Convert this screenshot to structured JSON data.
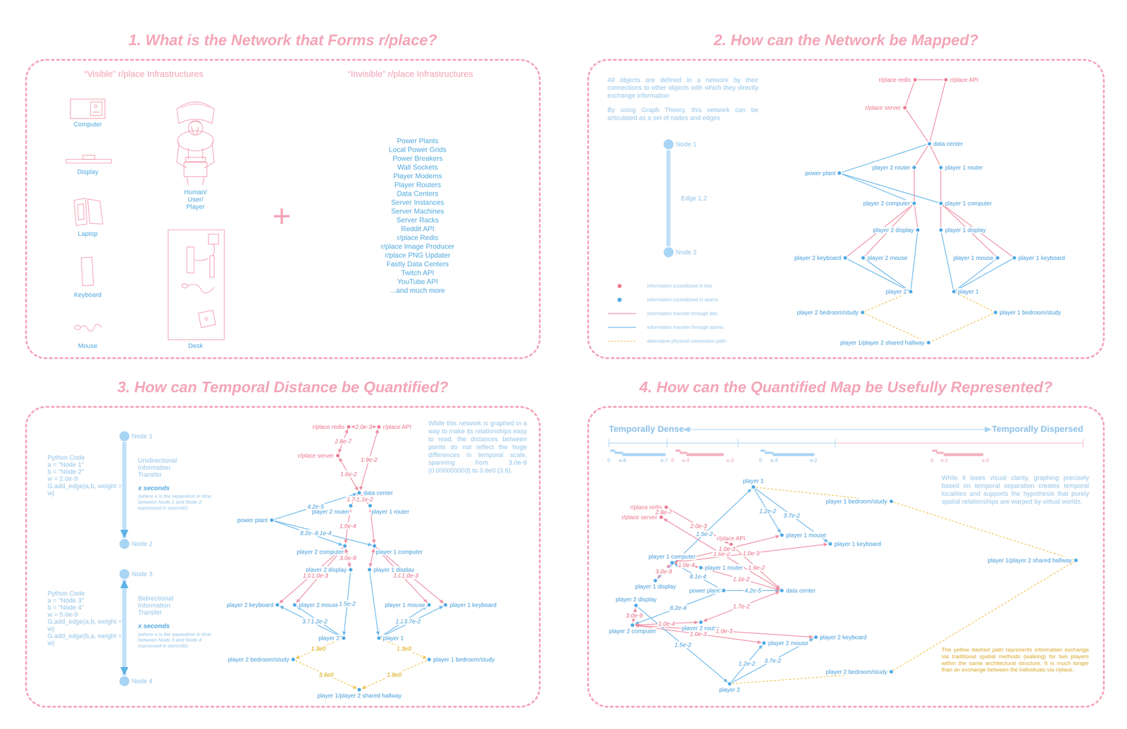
{
  "diagram": {
    "nodes": [
      {
        "text": [
          "1. What is the Network that Forms r/place?"
        ]
      },
      {
        "text": [
          "2. How can the Network be Mapped?"
        ]
      },
      {
        "text": [
          "Node 1"
        ],
        "in": 1
      },
      {
        "text": [
          "Node 2"
        ],
        "in": 1
      },
      {
        "text": [
          "r/place redis"
        ],
        "in": 1
      },
      {
        "text": [
          "r/place API"
        ],
        "in": 1
      },
      {
        "text": [
          "r/place server"
        ],
        "in": 1
      },
      {
        "text": [
          "data center"
        ],
        "in": 1
      },
      {
        "text": [
          "power plant"
        ],
        "in": 1
      },
      {
        "text": [
          "player 2 router"
        ],
        "in": 1
      },
      {
        "text": [
          "player 1 router"
        ],
        "in": 1
      },
      {
        "text": [
          "player 2 computer"
        ],
        "in": 1
      },
      {
        "text": [
          "player 1 computer"
        ],
        "in": 1
      },
      {
        "text": [
          "player 2 display"
        ],
        "in": 1
      },
      {
        "text": [
          "player 1 display"
        ],
        "in": 1
      },
      {
        "text": [
          "player 2 keyboard"
        ],
        "in": 1
      },
      {
        "text": [
          "player 2 mouse"
        ],
        "in": 1
      },
      {
        "text": [
          "player 1 mouse"
        ],
        "in": 1
      },
      {
        "text": [
          "player 1 keyboard"
        ],
        "in": 1
      },
      {
        "text": [
          "player 2"
        ],
        "in": 1
      },
      {
        "text": [
          "player 1"
        ],
        "in": 1
      },
      {
        "text": [
          "player 2 bedroom/study"
        ],
        "in": 1
      },
      {
        "text": [
          "player 1 bedroom/study"
        ],
        "in": 1
      },
      {
        "text": [
          "player 1/player 2 shared hallway"
        ],
        "in": 1
      },
      {
        "text": [
          "3. How can Temporal Distance be Quantified?"
        ]
      },
      {
        "text": [
          "Node 1"
        ],
        "in": 24
      },
      {
        "text": [
          "Node 2"
        ],
        "in": 24
      },
      {
        "text": [
          "Node 3"
        ],
        "in": 24
      },
      {
        "text": [
          "Node 4"
        ],
        "in": 24
      },
      {
        "text": [
          "r/place redis"
        ],
        "in": 24
      },
      {
        "text": [
          "r/place API"
        ],
        "in": 24
      },
      {
        "text": [
          "r/place server"
        ],
        "in": 24
      },
      {
        "text": [
          "data center"
        ],
        "in": 24
      },
      {
        "text": [
          "power plant"
        ],
        "in": 24
      },
      {
        "text": [
          "player 2 router"
        ],
        "in": 24
      },
      {
        "text": [
          "player 1 router"
        ],
        "in": 24
      },
      {
        "text": [
          "player 2 computer"
        ],
        "in": 24
      },
      {
        "text": [
          "player 1 computer"
        ],
        "in": 24
      },
      {
        "text": [
          "player 2 display"
        ],
        "in": 24
      },
      {
        "text": [
          "player 1 display"
        ],
        "in": 24
      },
      {
        "text": [
          "player 2 keyboard"
        ],
        "in": 24
      },
      {
        "text": [
          "player 2 mouse"
        ],
        "in": 24
      },
      {
        "text": [
          "player 1 mouse"
        ],
        "in": 24
      },
      {
        "text": [
          "player 1 keyboard"
        ],
        "in": 24
      },
      {
        "text": [
          "player 2"
        ],
        "in": 24
      },
      {
        "text": [
          "player 1"
        ],
        "in": 24
      },
      {
        "text": [
          "player 2 bedroom/study"
        ],
        "in": 24
      },
      {
        "text": [
          "player 1 bedroom/study"
        ],
        "in": 24
      },
      {
        "text": [
          "player 1/player 2 shared hallway"
        ],
        "in": 24
      },
      {
        "text": [
          "4. How can the Quantified Map be Usefully Represented?"
        ]
      },
      {
        "text": [
          "r/place redis"
        ],
        "in": 49
      },
      {
        "text": [
          "r/place API"
        ],
        "in": 49
      },
      {
        "text": [
          "r/place server"
        ],
        "in": 49
      },
      {
        "text": [
          "data center"
        ],
        "in": 49
      },
      {
        "text": [
          "power plant"
        ],
        "in": 49
      },
      {
        "text": [
          "player 2 router"
        ],
        "in": 49
      },
      {
        "text": [
          "player 1 router"
        ],
        "in": 49
      },
      {
        "text": [
          "player 2 computer"
        ],
        "in": 49
      },
      {
        "text": [
          "player 1 computer"
        ],
        "in": 49
      },
      {
        "text": [
          "player 2 display"
        ],
        "in": 49
      },
      {
        "text": [
          "player 1 display"
        ],
        "in": 49
      },
      {
        "text": [
          "player 2 keyboard"
        ],
        "in": 49
      },
      {
        "text": [
          "player 2 mouse"
        ],
        "in": 49
      },
      {
        "text": [
          "player 1 mouse"
        ],
        "in": 49
      },
      {
        "text": [
          "player 1 keyboard"
        ],
        "in": 49
      },
      {
        "text": [
          "player 2"
        ],
        "in": 49
      },
      {
        "text": [
          "player 1"
        ],
        "in": 49
      },
      {
        "text": [
          "player 2 bedroom/study"
        ],
        "in": 49
      },
      {
        "text": [
          "player 1 bedroom/study"
        ],
        "in": 49
      },
      {
        "text": [
          "player 1/player 2 shared hallway"
        ],
        "in": 49
      }
    ],
    "edges": [
      {
        "from": 2,
        "to": 3,
        "arrow": "none",
        "label": "Edge 1,2"
      },
      {
        "from": 4,
        "to": 5,
        "arrow": "none"
      },
      {
        "from": 4,
        "to": 6,
        "arrow": "none"
      },
      {
        "from": 6,
        "to": 7,
        "arrow": "none"
      },
      {
        "from": 5,
        "to": 7,
        "arrow": "none"
      },
      {
        "from": 8,
        "to": 7,
        "arrow": "none"
      },
      {
        "from": 7,
        "to": 9,
        "arrow": "none"
      },
      {
        "from": 7,
        "to": 10,
        "arrow": "none"
      },
      {
        "from": 8,
        "to": 11,
        "arrow": "none"
      },
      {
        "from": 8,
        "to": 12,
        "arrow": "none"
      },
      {
        "from": 9,
        "to": 11,
        "arrow": "none"
      },
      {
        "from": 10,
        "to": 12,
        "arrow": "none"
      },
      {
        "from": 11,
        "to": 13,
        "arrow": "none"
      },
      {
        "from": 12,
        "to": 14,
        "arrow": "none"
      },
      {
        "from": 11,
        "to": 15,
        "arrow": "none"
      },
      {
        "from": 11,
        "to": 16,
        "arrow": "none"
      },
      {
        "from": 12,
        "to": 17,
        "arrow": "none"
      },
      {
        "from": 12,
        "to": 18,
        "arrow": "none"
      },
      {
        "from": 13,
        "to": 19,
        "arrow": "none"
      },
      {
        "from": 14,
        "to": 20,
        "arrow": "none"
      },
      {
        "from": 19,
        "to": 15,
        "arrow": "none"
      },
      {
        "from": 19,
        "to": 16,
        "arrow": "none"
      },
      {
        "from": 20,
        "to": 17,
        "arrow": "none"
      },
      {
        "from": 20,
        "to": 18,
        "arrow": "none"
      },
      {
        "from": 19,
        "to": 21,
        "arrow": "none"
      },
      {
        "from": 20,
        "to": 22,
        "arrow": "none"
      },
      {
        "from": 21,
        "to": 23,
        "arrow": "none"
      },
      {
        "from": 22,
        "to": 23,
        "arrow": "none"
      },
      {
        "from": 25,
        "to": 26,
        "arrow": "to"
      },
      {
        "from": 27,
        "to": 28,
        "arrow": "both"
      },
      {
        "from": 29,
        "to": 30,
        "arrow": "both",
        "label": "2.0e-3"
      },
      {
        "from": 29,
        "to": 31,
        "arrow": "both",
        "label": "2.8e-7"
      },
      {
        "from": 31,
        "to": 32,
        "arrow": "both",
        "label": "1.6e-2"
      },
      {
        "from": 30,
        "to": 32,
        "arrow": "both",
        "label": "1.9e-2"
      },
      {
        "from": 33,
        "to": 32,
        "arrow": "to",
        "label": "4.2e-5"
      },
      {
        "from": 32,
        "to": 34,
        "arrow": "both",
        "label": "1.7e-2"
      },
      {
        "from": 32,
        "to": 35,
        "arrow": "both",
        "label": "1.1e-2"
      },
      {
        "from": 33,
        "to": 36,
        "arrow": "to",
        "label": "8.2e-4"
      },
      {
        "from": 33,
        "to": 37,
        "arrow": "to",
        "label": "8.1e-4"
      },
      {
        "from": 34,
        "to": 36,
        "arrow": "both",
        "label": "1.0e-4"
      },
      {
        "from": 35,
        "to": 37,
        "arrow": "both"
      },
      {
        "from": 36,
        "to": 38,
        "arrow": "both",
        "label": "3.0e-9"
      },
      {
        "from": 37,
        "to": 39,
        "arrow": "both"
      },
      {
        "from": 36,
        "to": 40,
        "arrow": "both",
        "label": "1.0e-3"
      },
      {
        "from": 36,
        "to": 41,
        "arrow": "both",
        "label": "1.0e-3"
      },
      {
        "from": 37,
        "to": 42,
        "arrow": "both",
        "label": "1.0e-3"
      },
      {
        "from": 37,
        "to": 43,
        "arrow": "both",
        "label": "1.0e-3"
      },
      {
        "from": 38,
        "to": 44,
        "arrow": "to",
        "label": "1.5e-2"
      },
      {
        "from": 39,
        "to": 45,
        "arrow": "to"
      },
      {
        "from": 44,
        "to": 40,
        "arrow": "to",
        "label": "3.7e-2"
      },
      {
        "from": 44,
        "to": 41,
        "arrow": "to",
        "label": "1.2e-2"
      },
      {
        "from": 45,
        "to": 42,
        "arrow": "to",
        "label": "1.2e-2"
      },
      {
        "from": 45,
        "to": 43,
        "arrow": "to",
        "label": "3.7e-2"
      },
      {
        "from": 44,
        "to": 46,
        "arrow": "to",
        "label": "1.3e0"
      },
      {
        "from": 45,
        "to": 47,
        "arrow": "to",
        "label": "1.3e0"
      },
      {
        "from": 46,
        "to": 48,
        "arrow": "to",
        "label": "3.6e0"
      },
      {
        "from": 47,
        "to": 48,
        "arrow": "to",
        "label": "1.8e0"
      },
      {
        "from": 50,
        "to": 51,
        "arrow": "both",
        "label": "2.0e-3"
      },
      {
        "from": 50,
        "to": 52,
        "arrow": "both",
        "label": "2.8e-7"
      },
      {
        "from": 52,
        "to": 53,
        "arrow": "both",
        "label": "1.6e-2"
      },
      {
        "from": 51,
        "to": 53,
        "arrow": "both",
        "label": "1.9e-2"
      },
      {
        "from": 54,
        "to": 53,
        "arrow": "to",
        "label": "4.2e-5"
      },
      {
        "from": 53,
        "to": 55,
        "arrow": "both",
        "label": "1.7e-2"
      },
      {
        "from": 53,
        "to": 56,
        "arrow": "both",
        "label": "1.1e-2"
      },
      {
        "from": 54,
        "to": 57,
        "arrow": "to",
        "label": "8.2e-4"
      },
      {
        "from": 54,
        "to": 58,
        "arrow": "to",
        "label": "8.1e-4"
      },
      {
        "from": 55,
        "to": 57,
        "arrow": "both",
        "label": "1.0e-4"
      },
      {
        "from": 56,
        "to": 58,
        "arrow": "both",
        "label": "1.0e-4"
      },
      {
        "from": 57,
        "to": 59,
        "arrow": "both",
        "label": "3.0e-9"
      },
      {
        "from": 58,
        "to": 60,
        "arrow": "both",
        "label": "3.0e-9"
      },
      {
        "from": 57,
        "to": 61,
        "arrow": "both",
        "label": "1.0e-3"
      },
      {
        "from": 57,
        "to": 62,
        "arrow": "both",
        "label": "1.0e-3"
      },
      {
        "from": 58,
        "to": 63,
        "arrow": "both",
        "label": "1.0e-3"
      },
      {
        "from": 58,
        "to": 64,
        "arrow": "both",
        "label": "1.0e-3"
      },
      {
        "from": 59,
        "to": 65,
        "arrow": "to",
        "label": "1.5e-2"
      },
      {
        "from": 60,
        "to": 66,
        "arrow": "to",
        "label": "1.5e-2"
      },
      {
        "from": 65,
        "to": 61,
        "arrow": "to",
        "label": "3.7e-2"
      },
      {
        "from": 65,
        "to": 62,
        "arrow": "to",
        "label": "1.2e-2"
      },
      {
        "from": 66,
        "to": 63,
        "arrow": "to",
        "label": "1.2e-2"
      },
      {
        "from": 66,
        "to": 64,
        "arrow": "to",
        "label": "3.7e-2"
      },
      {
        "from": 65,
        "to": 67,
        "arrow": "to"
      },
      {
        "from": 66,
        "to": 68,
        "arrow": "to"
      },
      {
        "from": 67,
        "to": 69,
        "arrow": "to"
      },
      {
        "from": 68,
        "to": 69,
        "arrow": "to"
      }
    ],
    "labels": [
      "“Visible” r/place Infrastructures",
      "“Invisible” r/place Infrastructures",
      "Computer",
      "Display",
      "Laptop",
      "Keyboard",
      "Mouse",
      "Human/ User/ Player",
      "Desk",
      "+",
      "Power Plants",
      "Local Power Grids",
      "Power Breakers",
      "Wall Sockets",
      "Player Modems",
      "Player Routers",
      "Data Centers",
      "Server Instances",
      "Server Machines",
      "Server Racks",
      "Reddit API",
      "r/place Redis",
      "r/place Image Producer",
      "r/place PNG Updater",
      "Fastly Data Centers",
      "Twitch API",
      "YouTube API",
      "...and much more",
      "All objects are defined in a network by their connections to other objects with which they directly exchange information",
      "By using Graph Theory, this network can be articulated as a set of nodes and edges",
      "Python Code",
      "a = \"Node 1\"",
      "b = \"Node 2\"",
      "w = 2.0e-9",
      "G.add_edge(a,b, weight = w)",
      "Unidirectional Information Transfer",
      "x seconds",
      "(where x is the separation in time between Node 1 and Node 2 expressed in seconds)",
      "Python Code",
      "a = \"Node 3\"",
      "b = \"Node 4\"",
      "w = 5.0e-9",
      "G.add_edge(a,b, weight = w)",
      "G.add_edge(b,a, weight = w)",
      "Bidirectional Information Transfer",
      "x seconds",
      "(where x is the separation in time between Node 3 and Node 4 expressed in seconds)",
      "While this network is graphed in a way to make its relationships easy to read, the distances between points do not reflect the huge differences in temporal scale, spanning from 3.0e-9 (0.000000003) to 3.6e0 (3.6).",
      "Temporally Dense",
      "Temporally Dispersed",
      "0",
      "e-8",
      "e-7",
      "0",
      "e-4",
      "e-3",
      "0",
      "e-3",
      "e-2",
      "0",
      "e-1",
      "e-0",
      "While it loses visual clarity, graphing precisely based on temporal separation creates temporal localities and supports the hypothesis that purely spatial relationships are warped by virtual worlds.",
      "The yellow dashed path represents information exchange via traditional spatial methods (walking) for two players within the same architectural structure. It is much longer than an exchange between the individuals via r/place."
    ],
    "legend": [
      {
        "text": "information crystallized in bits",
        "color": "#ee7d93"
      },
      {
        "text": "information crystallized in atoms",
        "color": "#4fa9e3"
      },
      {
        "text": "information transfer through bits"
      },
      {
        "text": "information transfer through atoms"
      },
      {
        "text": "alternative physical connection path"
      }
    ]
  }
}
